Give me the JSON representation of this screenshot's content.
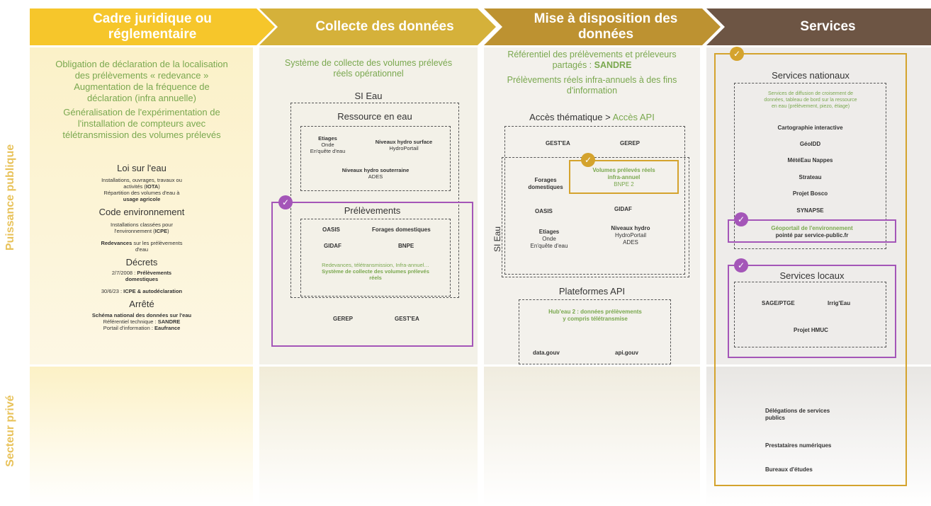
{
  "colors": {
    "header1": "#f6c62b",
    "header2": "#d5b13a",
    "header3": "#bd9231",
    "header4": "#6d5544",
    "purple": "#a456b8",
    "gold": "#d4a32d",
    "green": "#7aa84f",
    "side_label": "#e8c25a"
  },
  "headers": [
    "Cadre juridique ou réglementaire",
    "Collecte des données",
    "Mise à disposition des données",
    "Services"
  ],
  "side_labels": {
    "public": "Puissance publique",
    "private": "Secteur privé"
  },
  "col1": {
    "green_lines": [
      "Obligation de déclaration de la localisation",
      "des prélèvements « redevance »",
      "Augmentation de la fréquence de",
      "déclaration (infra annuelle)",
      "Généralisation de l'expérimentation de",
      "l'installation de compteurs avec",
      "télétransmission des volumes prélevés"
    ],
    "loi_title": "Loi sur l'eau",
    "loi_l1": "Installations, ouvrages, travaux ou",
    "loi_l2a": "activités (",
    "loi_l2b": "IOTA",
    "loi_l2c": ")",
    "loi_l3": "Répartition  des volumes d'eau à",
    "loi_l4": "usage agricole",
    "code_title": "Code environnement",
    "code_l1": "Installations classées pour",
    "code_l2a": "l'environnement (",
    "code_l2b": "ICPE",
    "code_l2c": ")",
    "red_b": "Redevances",
    "red_a": " sur les prélèvements",
    "red_l2": "d'eau",
    "decrets_title": "Décrets",
    "dec1a": "2/7/2008 : ",
    "dec1b": "Prélèvements",
    "dec1c": "domestiques",
    "dec2a": "30/6/23 : ",
    "dec2b": "ICPE & autodéclaration",
    "arrete_title": "Arrêté",
    "arr_l1": "Schéma national des données sur l'eau",
    "arr_l2a": "Référentiel technique : ",
    "arr_l2b": "SANDRE",
    "arr_l3a": "Portail d'information : ",
    "arr_l3b": "Eaufrance"
  },
  "col2": {
    "green1": "Système de collecte des volumes prélevés",
    "green2": "réels opérationnel",
    "si_eau": "SI Eau",
    "ressource": "Ressource en eau",
    "etiages": "Etiages",
    "onde": "Onde",
    "enquete": "En'quête d'eau",
    "nh_surface": "Niveaux hydro surface",
    "hydroportail": "HydroPortail",
    "nh_sout": "Niveaux hydro souterraine",
    "ades": "ADES",
    "prelevements": "Prélèvements",
    "oasis": "OASIS",
    "forages": "Forages domestiques",
    "gidaf": "GIDAF",
    "bnpe": "BNPE",
    "green_small": "Redevances,  télétransmission, Infra-annuel…",
    "green_bold1": "Système de collecte des volumes prélevés",
    "green_bold2": "réels",
    "gerep": "GEREP",
    "gestea": "GEST'EA"
  },
  "col3": {
    "green1a": "Référentiel des prélèvements et préleveurs",
    "green1b": "partagés : ",
    "green1c": "SANDRE",
    "green2a": "Prélèvements réels infra-annuels à des fins",
    "green2b": "d'information",
    "acces_a": "Accès thématique > ",
    "acces_b": "Accès API",
    "gestea": "GEST'EA",
    "gerep": "GEREP",
    "vol1": "Volumes prélevés réels",
    "vol2": "infra-annuel",
    "vol3": "BNPE 2",
    "forages1": "Forages",
    "forages2": "domestiques",
    "oasis": "OASIS",
    "gidaf": "GIDAF",
    "etiages": "Etiages",
    "onde": "Onde",
    "enquete": "En'quête d'eau",
    "nh": "Niveaux hydro",
    "hydroportail": "HydroPortail",
    "ades": "ADES",
    "si_eau": "SI Eau",
    "plateformes": "Plateformes API",
    "hub1": "Hub'eau 2 : données prélèvements",
    "hub2": "y compris télétransmise",
    "datagouv": "data.gouv",
    "apigouv": "api.gouv"
  },
  "col4": {
    "nationaux": "Services nationaux",
    "diff1": "Services de diffusion de croisement de",
    "diff2": "données, tableau de bord  sur la ressource",
    "diff3": "en eau (prélèvement, piezo, étiage)",
    "items": [
      "Cartographie interactive",
      "GéoIDD",
      "MétéEau Nappes",
      "Strateau",
      "Projet Bosco",
      "SYNAPSE"
    ],
    "geo1": "Géoportail de l'environnement",
    "geo2": "pointé par service-public.fr",
    "locaux": "Services locaux",
    "sage": "SAGE/PTGE",
    "irrig": "Irrig'Eau",
    "hmuc": "Projet HMUC",
    "deleg1": "Délégations de services",
    "deleg2": "publics",
    "presta": "Prestataires numériques",
    "bureaux": "Bureaux d'études"
  }
}
